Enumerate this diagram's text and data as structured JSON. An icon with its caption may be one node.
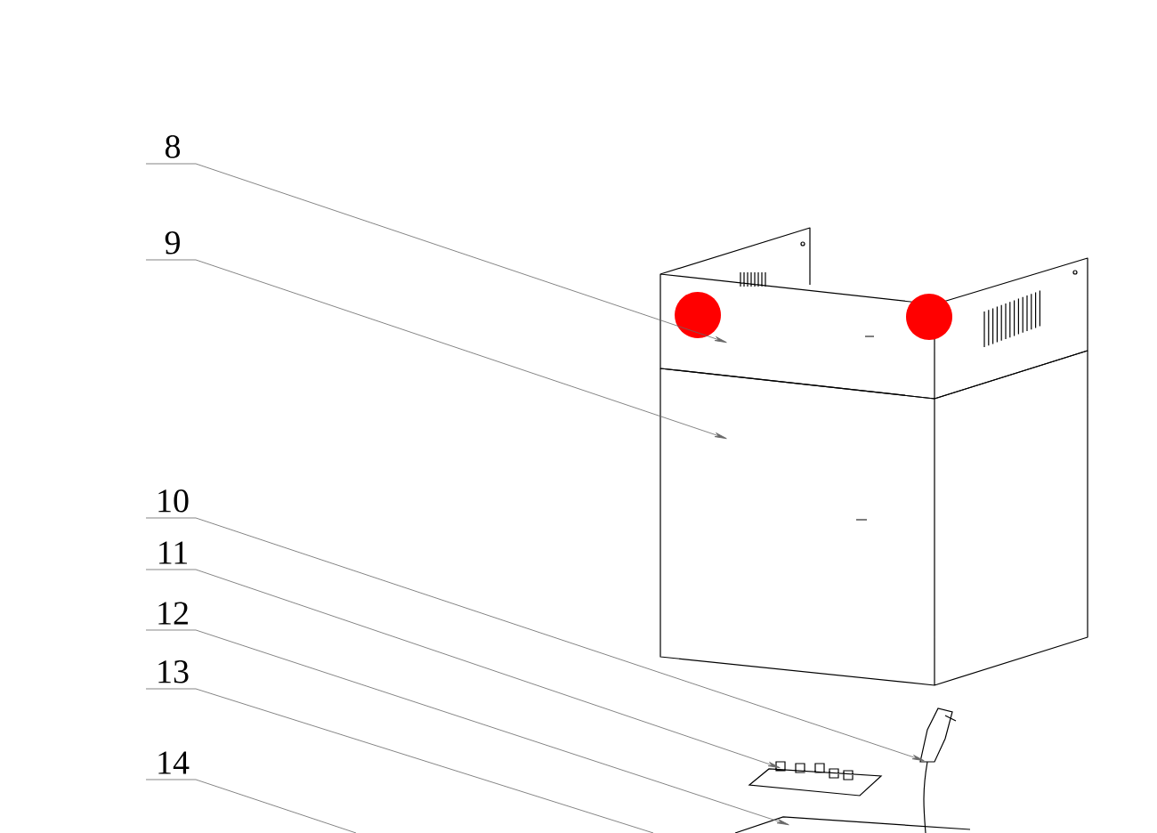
{
  "diagram": {
    "nodes": [
      {
        "text": [
          "8"
        ]
      },
      {
        "text": [
          "9"
        ]
      },
      {
        "text": [
          "10"
        ]
      },
      {
        "text": [
          "11"
        ]
      },
      {
        "text": [
          "12"
        ]
      },
      {
        "text": [
          "13"
        ]
      },
      {
        "text": [
          "14"
        ]
      },
      {
        "text": [],
        "shape": "picture"
      },
      {
        "text": [],
        "shape": "picture"
      },
      {
        "text": [],
        "shape": "picture"
      },
      {
        "text": [],
        "shape": "picture"
      },
      {
        "text": [],
        "shape": "picture"
      }
    ],
    "edges": [
      {
        "from": 0,
        "to": 7,
        "arrow": "to"
      },
      {
        "from": 1,
        "to": 8,
        "arrow": "to"
      },
      {
        "from": 2,
        "to": 9,
        "arrow": "to"
      },
      {
        "from": 3,
        "to": 10,
        "arrow": "to"
      },
      {
        "from": 4,
        "to": 11,
        "arrow": "to"
      },
      {
        "from": 5,
        "to": null,
        "arrow": "none"
      },
      {
        "from": 6,
        "to": null,
        "arrow": "none"
      }
    ]
  }
}
